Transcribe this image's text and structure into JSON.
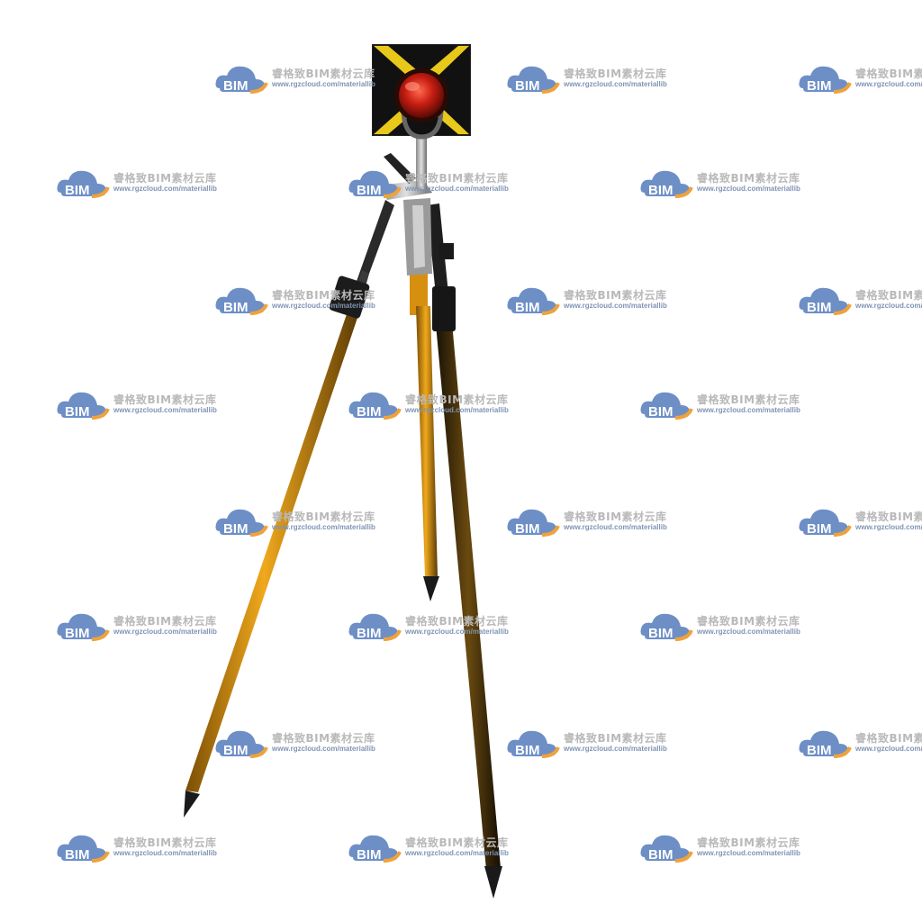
{
  "watermark": {
    "cloud_text": "BIM",
    "brand": "睿格致BIM素材云库",
    "url": "www.rgzcloud.com/materiallib"
  },
  "colors": {
    "leg_orange": "#e6a21a",
    "leg_dark": "#3a2a08",
    "prism_red": "#c81e12",
    "target_yellow": "#e8c81a",
    "watermark_blue": "#6d8fc6",
    "watermark_orange": "#f0a23a"
  }
}
